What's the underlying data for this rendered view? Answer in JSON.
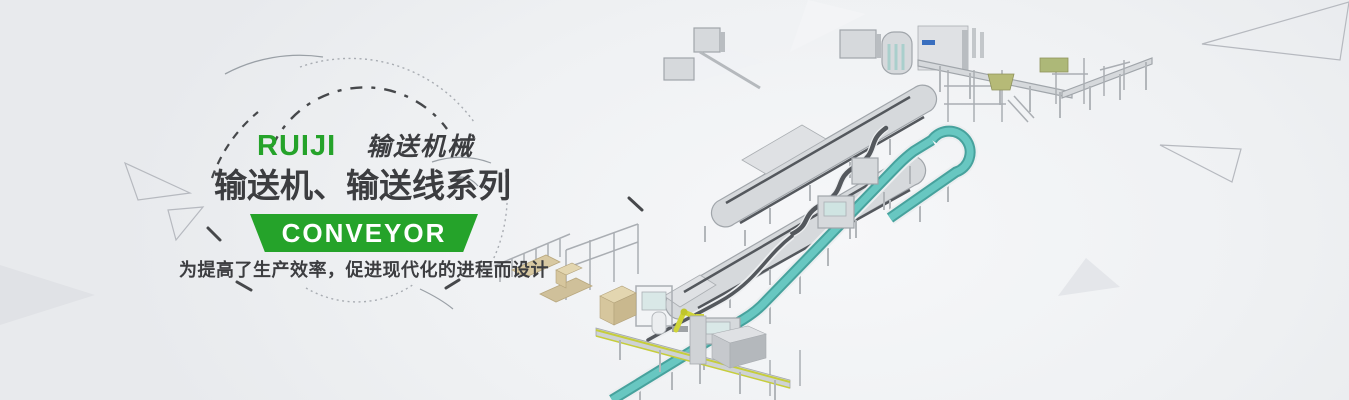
{
  "banner": {
    "brand": "RUIJI",
    "brand_tag": "输送机械",
    "title": "输送机、输送线系列",
    "ribbon": "CONVEYOR",
    "tagline": "为提高了生产效率，促进现代化的进程而设计"
  },
  "colors": {
    "background": "#e8eaed",
    "accent_green": "#25a32a",
    "ribbon_green": "#25a32a",
    "text_dark": "#3c3d40",
    "belt_teal": "#5fc0ba",
    "machine_gray": "#ccd0d4",
    "box_beige": "#d9caa4",
    "robot_yellow": "#cfd437"
  },
  "illustration": {
    "name": "conveyor-production-line-3d-render"
  }
}
